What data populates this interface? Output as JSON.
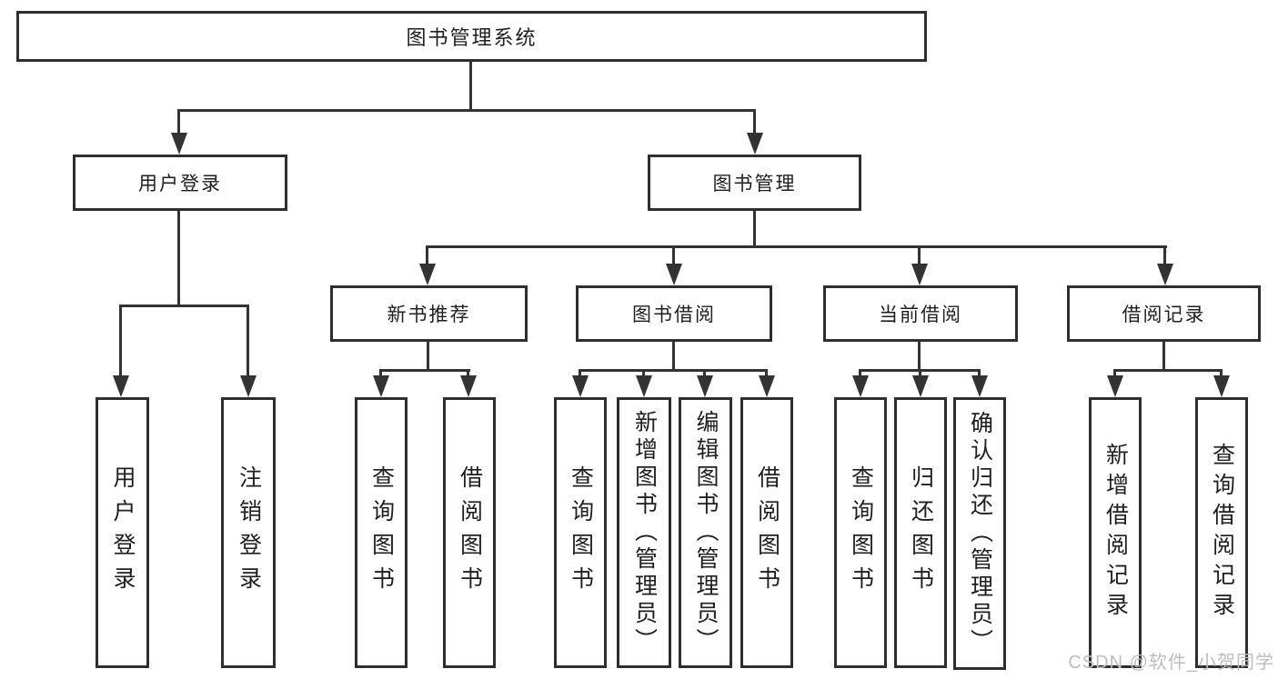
{
  "diagram": {
    "root": {
      "id": "library-management-system",
      "label": "图书管理系统"
    },
    "level2": [
      {
        "id": "user-login",
        "label": "用户登录",
        "parent": "library-management-system"
      },
      {
        "id": "book-management",
        "label": "图书管理",
        "parent": "library-management-system"
      }
    ],
    "level3": [
      {
        "id": "new-book-recommend",
        "label": "新书推荐",
        "parent": "book-management"
      },
      {
        "id": "book-borrow",
        "label": "图书借阅",
        "parent": "book-management"
      },
      {
        "id": "current-borrow",
        "label": "当前借阅",
        "parent": "book-management"
      },
      {
        "id": "borrow-records",
        "label": "借阅记录",
        "parent": "book-management"
      }
    ],
    "leaves": [
      {
        "id": "leaf-user-login",
        "label": "用户登录",
        "parent": "user-login"
      },
      {
        "id": "leaf-logout",
        "label": "注销登录",
        "parent": "user-login"
      },
      {
        "id": "leaf-nb-query-books",
        "label": "查询图书",
        "parent": "new-book-recommend"
      },
      {
        "id": "leaf-nb-borrow-books",
        "label": "借阅图书",
        "parent": "new-book-recommend"
      },
      {
        "id": "leaf-bw-query-books",
        "label": "查询图书",
        "parent": "book-borrow"
      },
      {
        "id": "leaf-bw-add-books",
        "label": "新增图书（管理员）",
        "parent": "book-borrow"
      },
      {
        "id": "leaf-bw-edit-books",
        "label": "编辑图书（管理员）",
        "parent": "book-borrow"
      },
      {
        "id": "leaf-bw-borrow-books",
        "label": "借阅图书",
        "parent": "book-borrow"
      },
      {
        "id": "leaf-cur-query-books",
        "label": "查询图书",
        "parent": "current-borrow"
      },
      {
        "id": "leaf-cur-return-books",
        "label": "归还图书",
        "parent": "current-borrow"
      },
      {
        "id": "leaf-cur-confirm-return",
        "label": "确认归还（管理员）",
        "parent": "current-borrow"
      },
      {
        "id": "leaf-rec-add-record",
        "label": "新增借阅记录",
        "parent": "borrow-records"
      },
      {
        "id": "leaf-rec-query-record",
        "label": "查询借阅记录",
        "parent": "borrow-records"
      }
    ]
  },
  "watermark": {
    "text": "CSDN @软件_小贺同学"
  },
  "colors": {
    "line": "#333333",
    "box_border": "#2e2e2e",
    "text": "#1f1f1f",
    "watermark": "#bdbdbd",
    "background": "#ffffff"
  }
}
